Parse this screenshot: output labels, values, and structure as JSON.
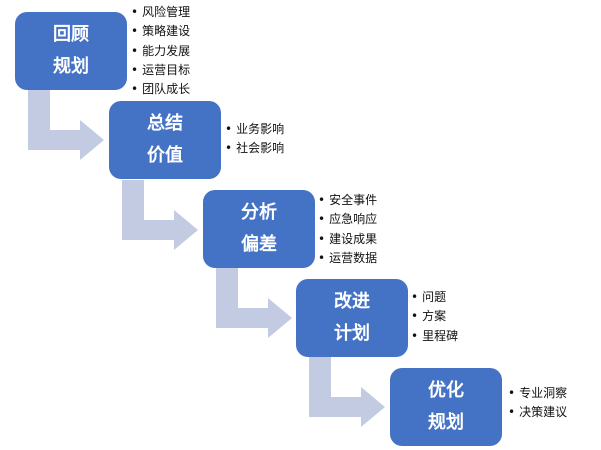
{
  "colors": {
    "box": "#4472c4",
    "arrow": "#c3cbe2"
  },
  "steps": [
    {
      "line1": "回顾",
      "line2": "规划",
      "items": [
        "风险管理",
        "策略建设",
        "能力发展",
        "运营目标",
        "团队成长"
      ]
    },
    {
      "line1": "总结",
      "line2": "价值",
      "items": [
        "业务影响",
        "社会影响"
      ]
    },
    {
      "line1": "分析",
      "line2": "偏差",
      "items": [
        "安全事件",
        "应急响应",
        "建设成果",
        "运营数据"
      ]
    },
    {
      "line1": "改进",
      "line2": "计划",
      "items": [
        "问题",
        "方案",
        "里程碑"
      ]
    },
    {
      "line1": "优化",
      "line2": "规划",
      "items": [
        "专业洞察",
        "决策建议"
      ]
    }
  ]
}
